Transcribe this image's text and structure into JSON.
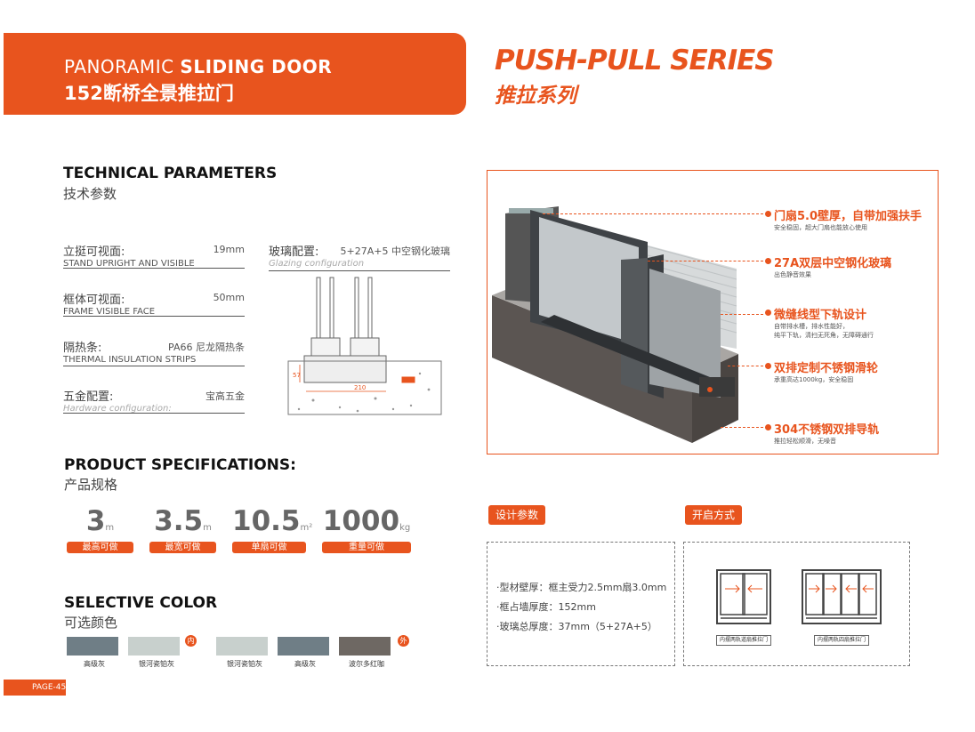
{
  "header": {
    "title_en_light": "PANORAMIC",
    "title_en_bold": "SLIDING DOOR",
    "title_cn": "152断桥全景推拉门"
  },
  "series": {
    "en": "PUSH-PULL SERIES",
    "cn": "推拉系列"
  },
  "technical": {
    "title_en": "TECHNICAL PARAMETERS",
    "title_cn": "技术参数",
    "params": [
      {
        "cn": "立挺可视面:",
        "en": "STAND UPRIGHT AND VISIBLE",
        "value": "19mm"
      },
      {
        "cn": "框体可视面:",
        "en": "FRAME VISIBLE FACE",
        "value": "50mm"
      },
      {
        "cn": "隔热条:",
        "en": "THERMAL INSULATION STRIPS",
        "value": "PA66 尼龙隔热条"
      },
      {
        "cn": "五金配置:",
        "en": "Hardware configuration:",
        "value": "宝高五金"
      },
      {
        "cn": "玻璃配置:",
        "en": "Glazing configuration",
        "value": "5+27A+5 中空钢化玻璃"
      }
    ],
    "drawing_dims": {
      "height": "57",
      "width": "210"
    }
  },
  "specs": {
    "title_en": "PRODUCT SPECIFICATIONS:",
    "title_cn": "产品规格",
    "items": [
      {
        "value": "3",
        "unit": "m",
        "label": "最高可做"
      },
      {
        "value": "3.5",
        "unit": "m",
        "label": "最宽可做"
      },
      {
        "value": "10.5",
        "unit": "m²",
        "label": "单扇可做"
      },
      {
        "value": "1000",
        "unit": "kg",
        "label": "重量可做"
      }
    ]
  },
  "colors": {
    "title_en": "SELECTIVE COLOR",
    "title_cn": "可选颜色",
    "inner_badge": "内",
    "outer_badge": "外",
    "swatches": [
      {
        "name": "高级灰",
        "hex": "#6f7e86"
      },
      {
        "name": "银河瓷铂灰",
        "hex": "#c8d0cd"
      },
      {
        "name": "银河瓷铂灰",
        "hex": "#c8d0cd"
      },
      {
        "name": "高级灰",
        "hex": "#6f7e86"
      },
      {
        "name": "波尔多红咖",
        "hex": "#6e6863"
      }
    ]
  },
  "features": [
    {
      "title": "门扇5.0壁厚，自带加强扶手",
      "sub": "安全稳固，超大门扇也能放心使用"
    },
    {
      "title": "27A双层中空钢化玻璃",
      "sub": "出色静音效果"
    },
    {
      "title": "微缝线型下轨设计",
      "sub": "自带排水槽，排水性能好，",
      "sub2": "纯平下轨，清扫无死角，无障碍通行"
    },
    {
      "title": "双排定制不锈钢滑轮",
      "sub": "承重高达1000kg，安全稳固"
    },
    {
      "title": "304不锈钢双排导轨",
      "sub": "推拉轻松顺滑，无噪音"
    }
  ],
  "design": {
    "tag": "设计参数",
    "lines": [
      "·型材壁厚：框主受力2.5mm扇3.0mm",
      "·框占墙厚度：152mm",
      "·玻璃总厚度：37mm（5+27A+5）"
    ]
  },
  "opening": {
    "tag": "开启方式",
    "items": [
      {
        "label": "内摆两轨道扇推拉门"
      },
      {
        "label": "内摆两轨四扇推拉门"
      }
    ]
  },
  "page": "PAGE-45",
  "accent": "#e8541e"
}
